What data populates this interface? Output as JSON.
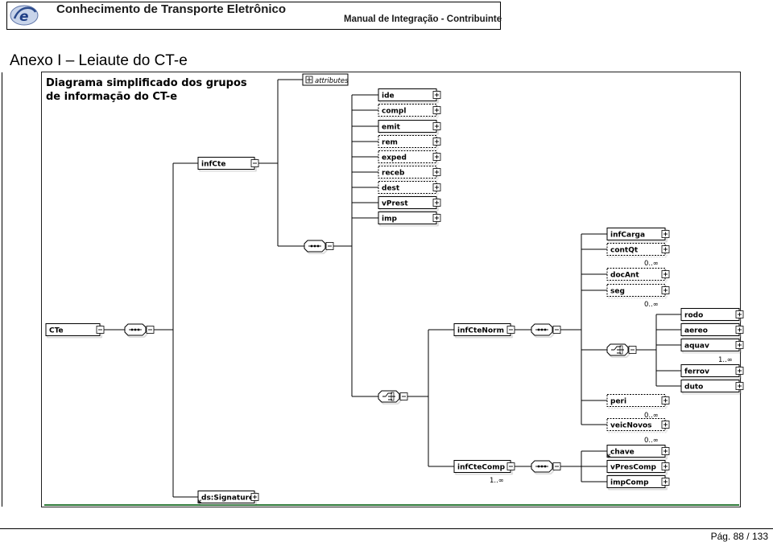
{
  "header": {
    "title": "Conhecimento de Transporte Eletrônico",
    "subtitle": "Manual de Integração - Contribuinte",
    "logo": "e-logo-icon"
  },
  "section": {
    "title": "Anexo I – Leiaute do CT-e"
  },
  "diagram": {
    "title_line1": "Diagrama simplificado dos grupos",
    "title_line2": "de informação do CT-e",
    "attributes_label": "attributes",
    "infCte_children": [
      "ide",
      "compl",
      "emit",
      "rem",
      "exped",
      "receb",
      "dest",
      "vPrest",
      "imp"
    ],
    "infCarga_group": [
      "infCarga",
      "contQt",
      "docAnt",
      "seg"
    ],
    "modal_group": [
      "rodo",
      "aereo",
      "aquav",
      "ferrov",
      "duto"
    ],
    "lower_group": [
      "peri",
      "veicNovos",
      "chave",
      "vPresComp",
      "impComp"
    ],
    "cardinality": "0..∞",
    "cardinality_one": "1..∞",
    "labels": {
      "CTe": "CTe",
      "infCte": "infCte",
      "infCteNorm": "infCteNorm",
      "infCteComp": "infCteComp",
      "signature": "ds:Signature"
    }
  },
  "footer": {
    "page_prefix": "Pág. ",
    "page_num": "88",
    "page_sep": " / ",
    "page_total": "133"
  }
}
